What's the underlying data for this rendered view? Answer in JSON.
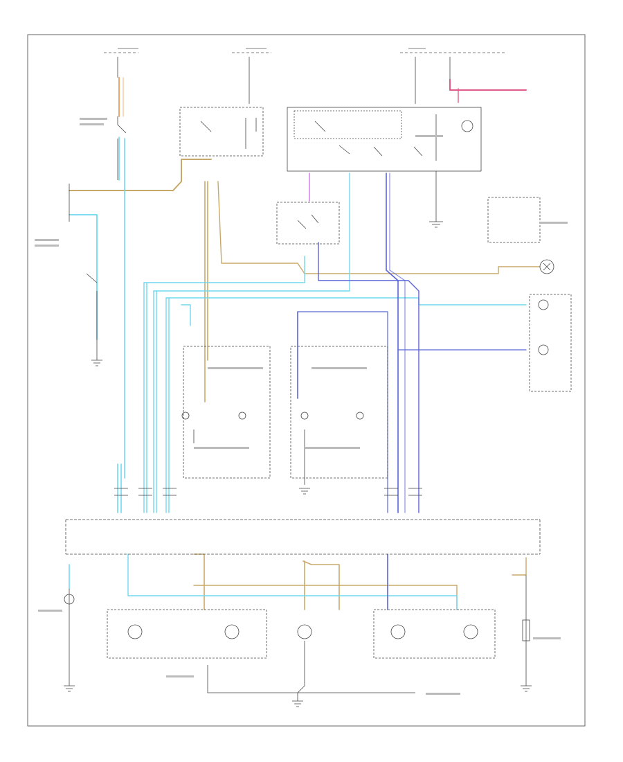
{
  "figure_id": "",
  "colors": {
    "background": "#ffffff",
    "border": "#666666",
    "wire_black": "#444444",
    "wire_orange": "#e8a868",
    "wire_tan": "#c8a868",
    "wire_light_blue": "#6fd8f0",
    "wire_blue": "#5a64d8",
    "wire_pink": "#e05a8c",
    "wire_violet": "#d888ee"
  },
  "components": [
    {
      "id": "hot-at-all-times-fuse-left",
      "icon": "fuse-icon"
    },
    {
      "id": "hot-in-run-fuse-center",
      "icon": "fuse-icon"
    },
    {
      "id": "hot-at-all-times-fuse-right",
      "icon": "fuse-icon"
    },
    {
      "id": "exterior-lamp-switch",
      "icon": "switch-icon"
    },
    {
      "id": "dimmer-switch",
      "icon": "switch-icon"
    },
    {
      "id": "turn-signal-hazard-switch",
      "icon": "switch-icon"
    },
    {
      "id": "flasher-module",
      "icon": "relay-icon"
    },
    {
      "id": "brake-switch",
      "icon": "switch-icon"
    },
    {
      "id": "front-turn-lamp-left",
      "icon": "lamp-icon"
    },
    {
      "id": "front-turn-lamp-right",
      "icon": "lamp-icon"
    },
    {
      "id": "rear-lamp-assembly-left",
      "icon": "lamp-icon"
    },
    {
      "id": "rear-lamp-assembly-right",
      "icon": "lamp-icon"
    },
    {
      "id": "chmsl",
      "icon": "lamp-icon"
    },
    {
      "id": "indicator-lamps",
      "icon": "lamp-icon"
    },
    {
      "id": "ground-points",
      "icon": "ground-icon"
    }
  ]
}
